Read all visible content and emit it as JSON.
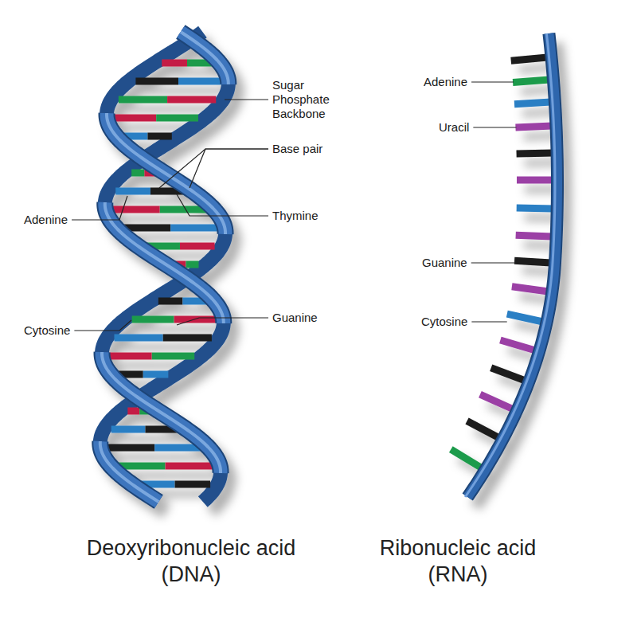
{
  "diagram": {
    "labels": [
      "Sugar Phosphate Backbone",
      "Base pair",
      "Adenine",
      "Thymine",
      "Guanine",
      "Cytosine",
      "Adenine",
      "Uracil",
      "Guanine",
      "Cytosine",
      "Deoxyribonucleic acid (DNA)",
      "Ribonucleic acid (RNA)"
    ]
  }
}
